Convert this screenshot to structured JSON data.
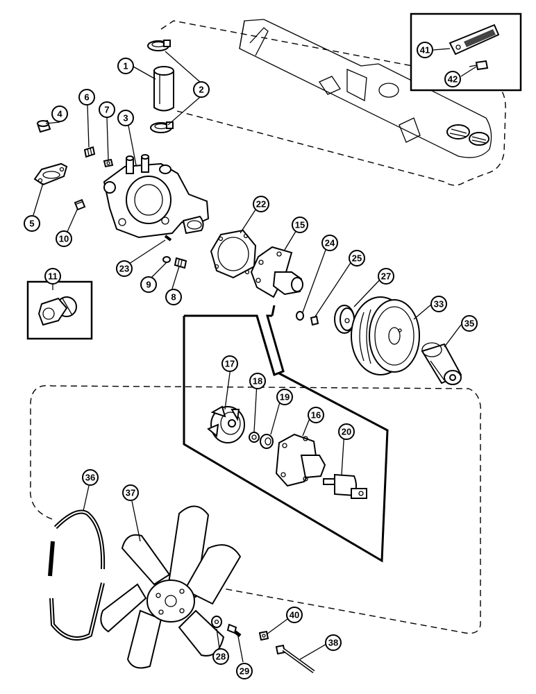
{
  "diagram": {
    "callouts": [
      {
        "id": "c1",
        "label": "1"
      },
      {
        "id": "c2",
        "label": "2"
      },
      {
        "id": "c3",
        "label": "3"
      },
      {
        "id": "c4",
        "label": "4"
      },
      {
        "id": "c5",
        "label": "5"
      },
      {
        "id": "c6",
        "label": "6"
      },
      {
        "id": "c7",
        "label": "7"
      },
      {
        "id": "c8",
        "label": "8"
      },
      {
        "id": "c9",
        "label": "9"
      },
      {
        "id": "c10",
        "label": "10"
      },
      {
        "id": "c11",
        "label": "11"
      },
      {
        "id": "c15",
        "label": "15"
      },
      {
        "id": "c16",
        "label": "16"
      },
      {
        "id": "c17",
        "label": "17"
      },
      {
        "id": "c18",
        "label": "18"
      },
      {
        "id": "c19",
        "label": "19"
      },
      {
        "id": "c20",
        "label": "20"
      },
      {
        "id": "c22",
        "label": "22"
      },
      {
        "id": "c23",
        "label": "23"
      },
      {
        "id": "c24",
        "label": "24"
      },
      {
        "id": "c25",
        "label": "25"
      },
      {
        "id": "c27",
        "label": "27"
      },
      {
        "id": "c28",
        "label": "28"
      },
      {
        "id": "c29",
        "label": "29"
      },
      {
        "id": "c33",
        "label": "33"
      },
      {
        "id": "c35",
        "label": "35"
      },
      {
        "id": "c36",
        "label": "36"
      },
      {
        "id": "c37",
        "label": "37"
      },
      {
        "id": "c38",
        "label": "38"
      },
      {
        "id": "c40",
        "label": "40"
      },
      {
        "id": "c41",
        "label": "41"
      },
      {
        "id": "c42",
        "label": "42"
      }
    ]
  }
}
